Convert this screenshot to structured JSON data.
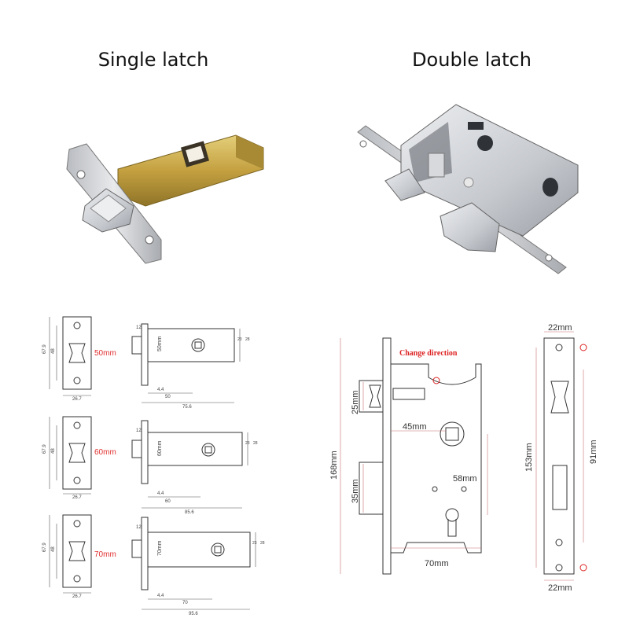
{
  "headings": {
    "single": "Single latch",
    "double": "Double latch"
  },
  "single_drawings": [
    {
      "size_label": "50mm",
      "front_height": "67.9",
      "front_hole": "48",
      "front_width": "26.7",
      "side_backset": "50mm",
      "side_top": "12",
      "side_4": "4.4",
      "side_len": "50",
      "side_total": "75.6",
      "side_h1": "23",
      "side_h2": "28"
    },
    {
      "size_label": "60mm",
      "front_height": "67.9",
      "front_hole": "48",
      "front_width": "26.7",
      "side_backset": "60mm",
      "side_top": "12",
      "side_4": "4.4",
      "side_len": "60",
      "side_total": "85.6",
      "side_h1": "23",
      "side_h2": "28"
    },
    {
      "size_label": "70mm",
      "front_height": "67.9",
      "front_hole": "48",
      "front_width": "26.7",
      "side_backset": "70mm",
      "side_top": "12",
      "side_4": "4.4",
      "side_len": "70",
      "side_total": "95.6",
      "side_h1": "23",
      "side_h2": "28"
    }
  ],
  "double_drawing": {
    "change_direction": "Change direction",
    "dim_25": "25mm",
    "dim_45": "45mm",
    "dim_168": "168mm",
    "dim_58": "58mm",
    "dim_35": "35mm",
    "dim_70": "70mm",
    "dim_22_top": "22mm",
    "dim_153": "153mm",
    "dim_91": "91mm",
    "dim_22_bottom": "22mm"
  },
  "colors": {
    "accent_red": "#e0302f",
    "line": "#333333",
    "dim_line": "#c87070",
    "metal_brass": "#c9a845",
    "metal_steel": "#c9ccd1"
  }
}
